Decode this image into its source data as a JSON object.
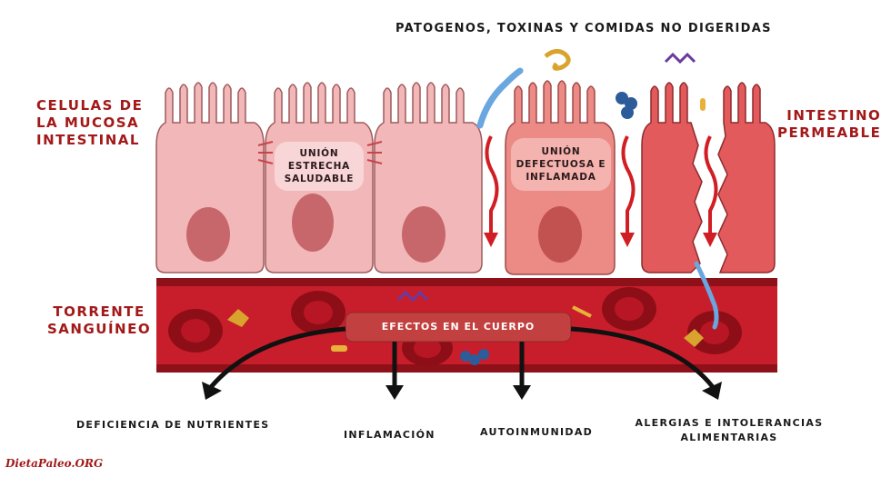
{
  "header": {
    "text": "PATOGENOS, TOXINAS Y COMIDAS NO DIGERIDAS"
  },
  "left_labels": {
    "mucosa": [
      "CELULAS DE",
      "LA MUCOSA",
      "INTESTINAL"
    ],
    "torrente": [
      "TORRENTE",
      "SANGUÍNEO"
    ]
  },
  "right_label": [
    "INTESTINO",
    "PERMEABLE"
  ],
  "cell_labels": {
    "healthy": [
      "UNIÓN",
      "ESTRECHA",
      "SALUDABLE"
    ],
    "defective": [
      "UNIÓN",
      "DEFECTUOSA E",
      "INFLAMADA"
    ]
  },
  "center_box": {
    "text": "EFECTOS EN EL CUERPO"
  },
  "effects": [
    {
      "text": "DEFICIENCIA DE NUTRIENTES"
    },
    {
      "text": "INFLAMACIÓN"
    },
    {
      "text": "AUTOINMUNIDAD"
    },
    {
      "text": "ALERGIAS E INTOLERANCIAS",
      "text2": "ALIMENTARIAS"
    }
  ],
  "credit": "DietaPaleo.ORG",
  "colors": {
    "healthy_cell": "#f2b8b9",
    "defective_cell": "#ec8a86",
    "leaky_cell": "#e35a5c",
    "blood": "#c81e2b",
    "label_red": "#a31919"
  }
}
